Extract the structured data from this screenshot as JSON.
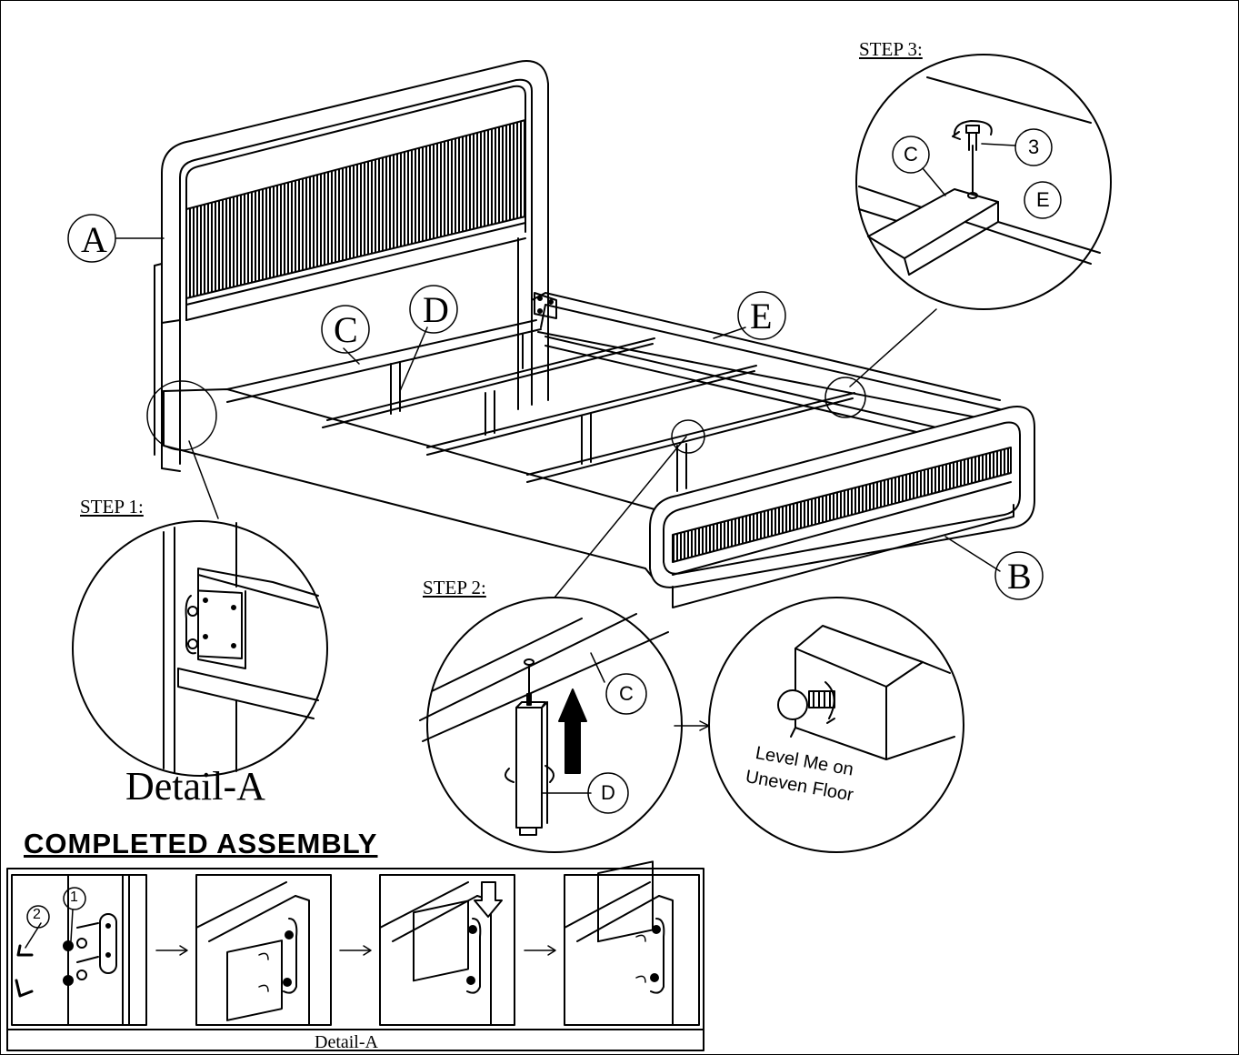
{
  "labels": {
    "step1": "STEP 1:",
    "step2": "STEP 2:",
    "step3": "STEP 3:",
    "detail_a_big": "Detail-A",
    "completed": "COMPLETED  ASSEMBLY",
    "detail_a_small": "Detail-A",
    "level_line1": "Level Me on",
    "level_line2": "Uneven Floor"
  },
  "parts": {
    "a": "A",
    "b": "B",
    "c": "C",
    "d": "D",
    "e": "E",
    "step2_c": "C",
    "step2_d": "D",
    "step3_c": "C",
    "step3_e": "E",
    "step3_num": "3",
    "seq_1": "1",
    "seq_2": "2"
  }
}
